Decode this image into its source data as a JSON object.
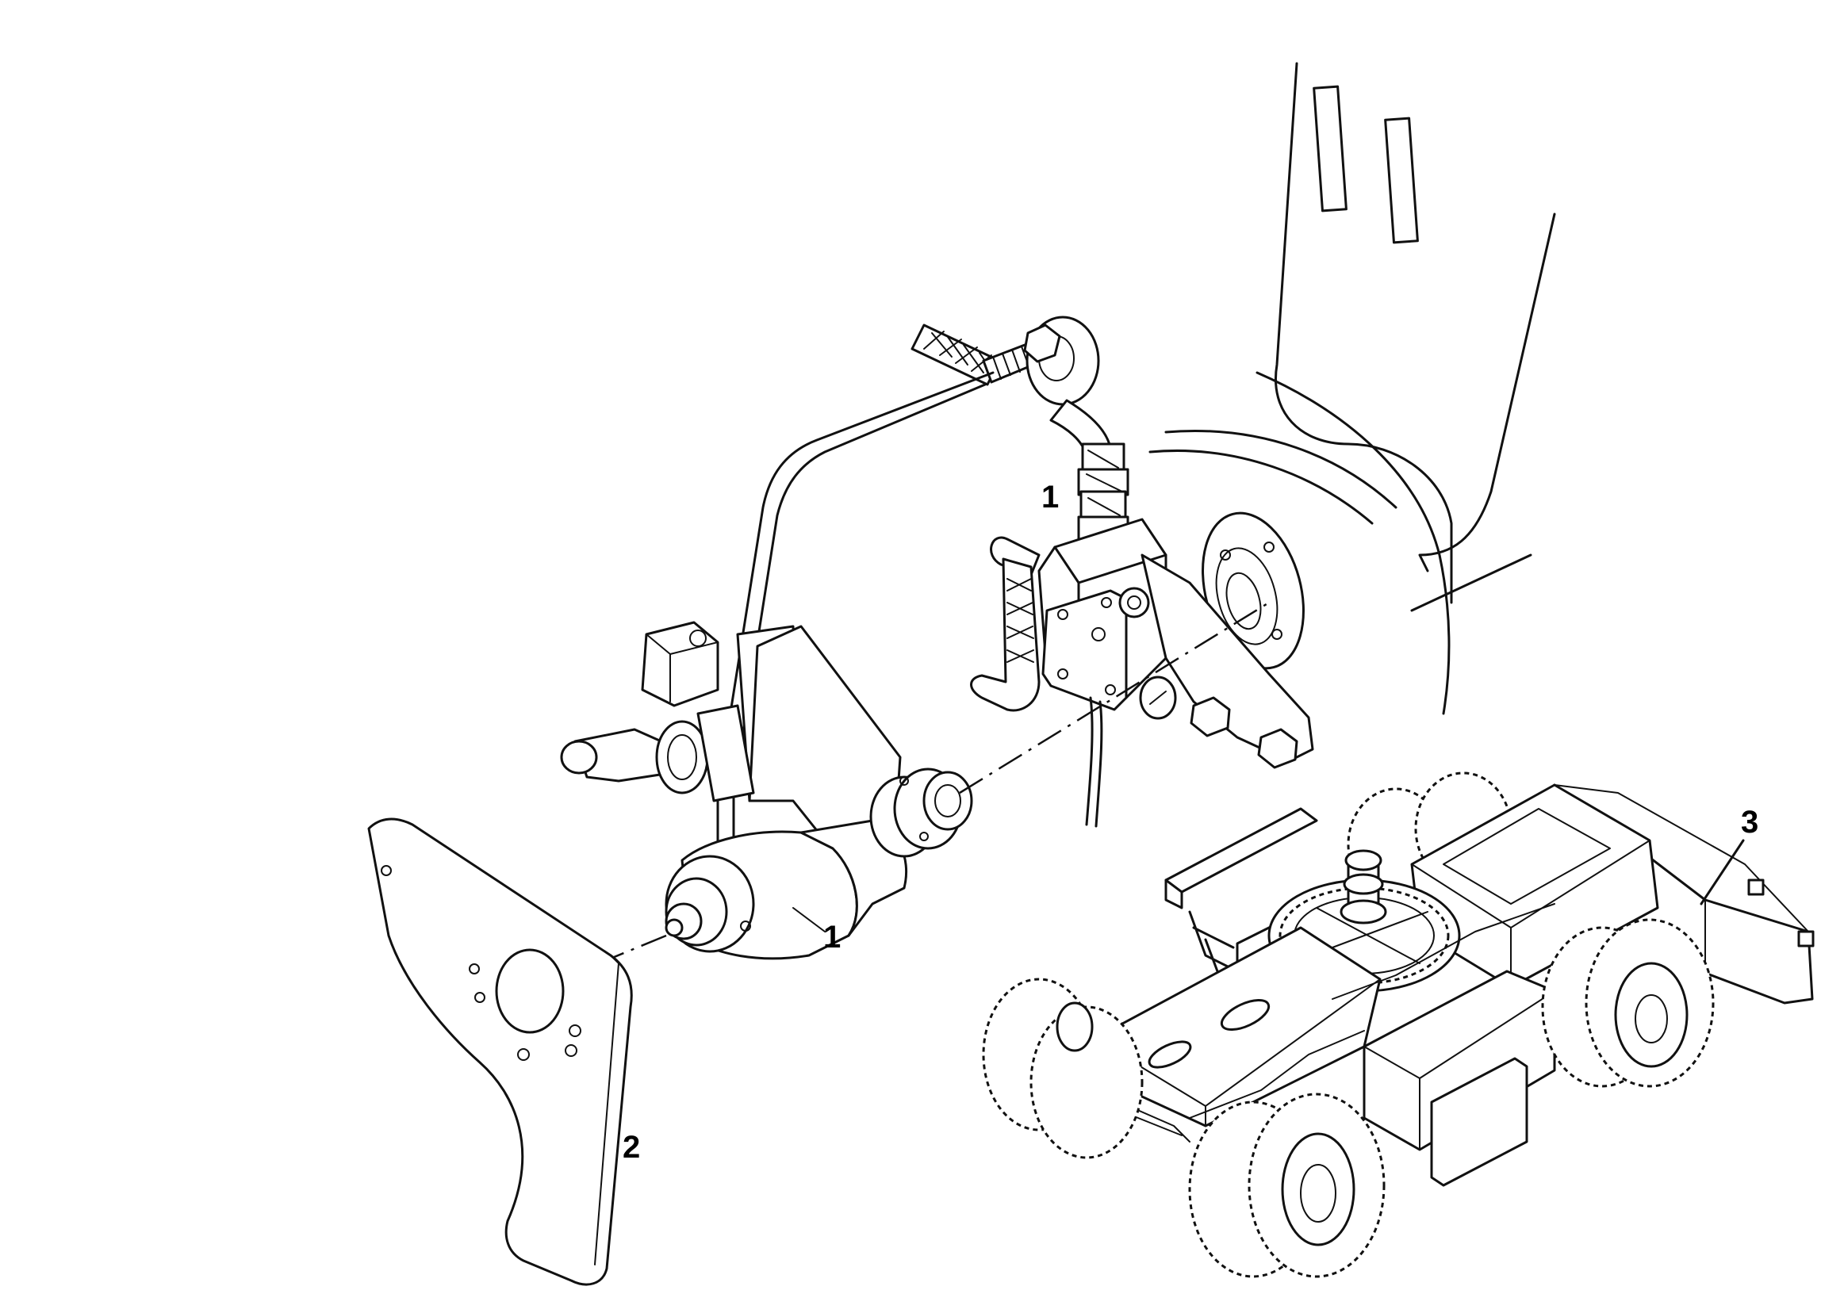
{
  "callouts": {
    "c1_upper": "1",
    "c1_lower": "1",
    "c2": "2",
    "c3": "3"
  },
  "colors": {
    "line": "#111111",
    "background": "#ffffff"
  }
}
